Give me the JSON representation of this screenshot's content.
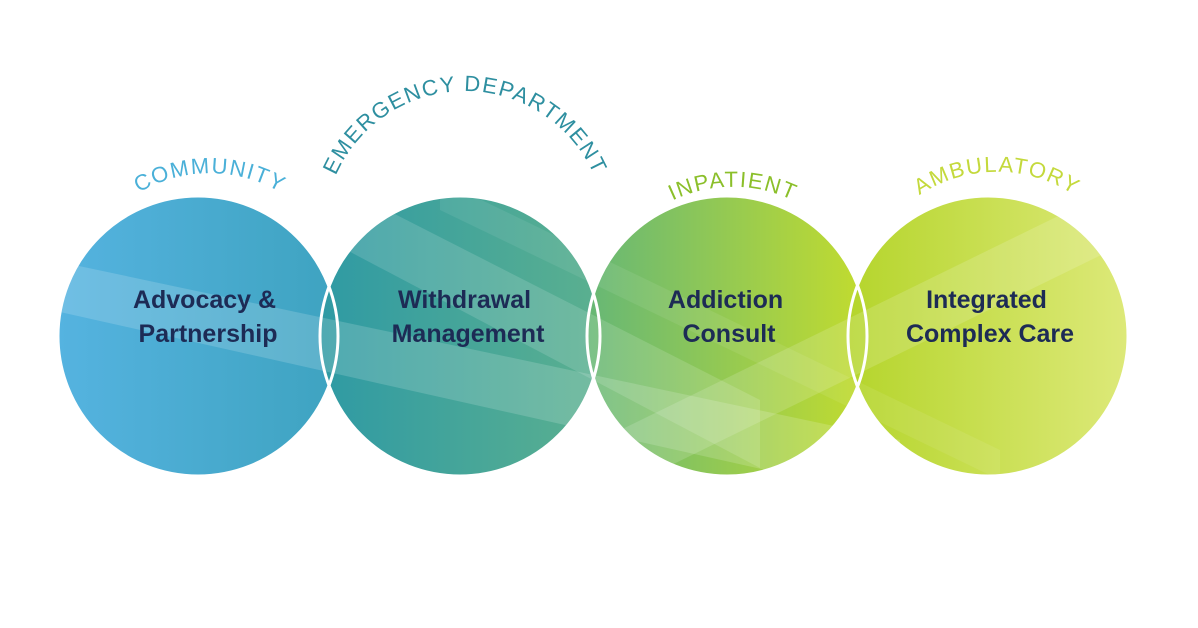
{
  "stages": [
    {
      "id": "community",
      "setting": "COMMUNITY",
      "service_line1": "Advocacy &",
      "service_line2": "Partnership",
      "color_left": "#55b3e0",
      "color_right": "#3ea3c0",
      "label_color": "#4ab0d8"
    },
    {
      "id": "emergency",
      "setting": "EMERGENCY DEPARTMENT",
      "service_line1": "Withdrawal",
      "service_line2": "Management",
      "color_left": "#2f9aa4",
      "color_right": "#5bb08f",
      "label_color": "#2e8fa0"
    },
    {
      "id": "inpatient",
      "setting": "INPATIENT",
      "service_line1": "Addiction",
      "service_line2": "Consult",
      "color_left": "#66b776",
      "color_right": "#c3dc2e",
      "label_color": "#8bbf2a"
    },
    {
      "id": "ambulatory",
      "setting": "AMBULATORY",
      "service_line1": "Integrated",
      "service_line2": "Complex Care",
      "color_left": "#b5d52c",
      "color_right": "#dde979",
      "label_color": "#c4d93c"
    }
  ],
  "colors": {
    "service_text": "#1d2b55",
    "background": "#ffffff",
    "ring": "#ffffff"
  }
}
